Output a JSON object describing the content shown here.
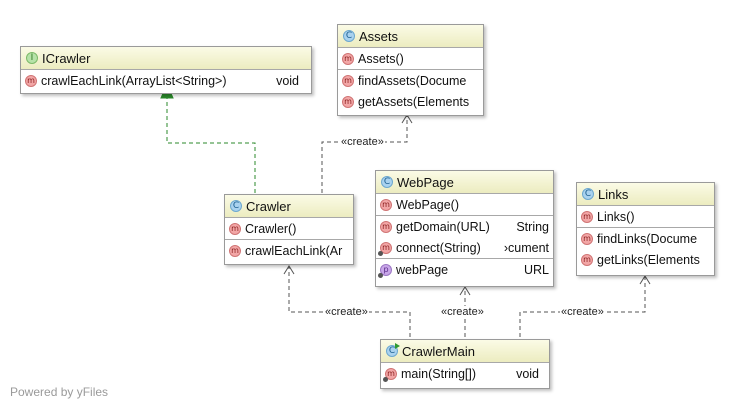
{
  "footer": "Powered by yFiles",
  "stereotype": "«create»",
  "colors": {
    "green": "#2b8a2b",
    "edge": "#555555"
  },
  "classes": {
    "icrawler": {
      "kind": "interface",
      "name": "ICrawler",
      "members": [
        {
          "badge": "m",
          "name": "crawlEachLink(ArrayList<String>)",
          "type": "void"
        }
      ]
    },
    "assets": {
      "kind": "class",
      "name": "Assets",
      "members": [
        {
          "badge": "m",
          "name": "Assets()"
        },
        {
          "badge": "m",
          "name": "findAssets(Docume"
        },
        {
          "badge": "m",
          "name": "getAssets(Elements"
        }
      ]
    },
    "crawler": {
      "kind": "class",
      "name": "Crawler",
      "members": [
        {
          "badge": "m",
          "name": "Crawler()"
        },
        {
          "badge": "m",
          "name": "crawlEachLink(Ar"
        }
      ]
    },
    "webpage": {
      "kind": "class",
      "name": "WebPage",
      "members": [
        {
          "badge": "m",
          "name": "WebPage()"
        },
        {
          "badge": "m",
          "name": "getDomain(URL)",
          "type": "String"
        },
        {
          "badge": "m",
          "name": "connect(String)",
          "type": "›cument"
        },
        {
          "badge": "p",
          "name": "webPage",
          "type": "URL"
        }
      ]
    },
    "links": {
      "kind": "class",
      "name": "Links",
      "members": [
        {
          "badge": "m",
          "name": "Links()"
        },
        {
          "badge": "m",
          "name": "findLinks(Docume"
        },
        {
          "badge": "m",
          "name": "getLinks(Elements"
        }
      ]
    },
    "crawlermain": {
      "kind": "class",
      "name": "CrawlerMain",
      "members": [
        {
          "badge": "m",
          "name": "main(String[])",
          "type": "void"
        }
      ]
    }
  }
}
